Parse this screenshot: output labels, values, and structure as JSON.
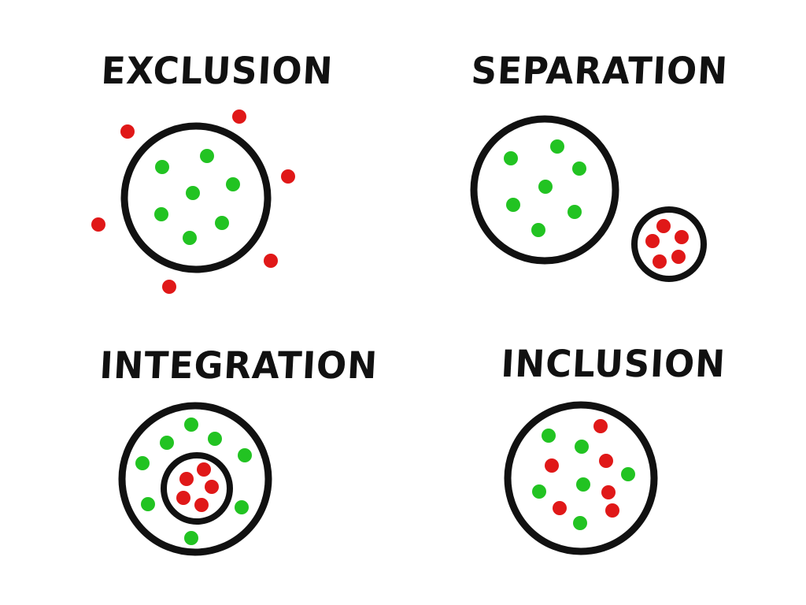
{
  "panels": {
    "exclusion": {
      "title": "EXCLUSION"
    },
    "separation": {
      "title": "SEPARATION"
    },
    "integration": {
      "title": "INTEGRATION"
    },
    "inclusion": {
      "title": "INCLUSION"
    }
  },
  "colors": {
    "background": "#ffffff",
    "outline": "#111111",
    "green": "#22c322",
    "red": "#e01818"
  }
}
